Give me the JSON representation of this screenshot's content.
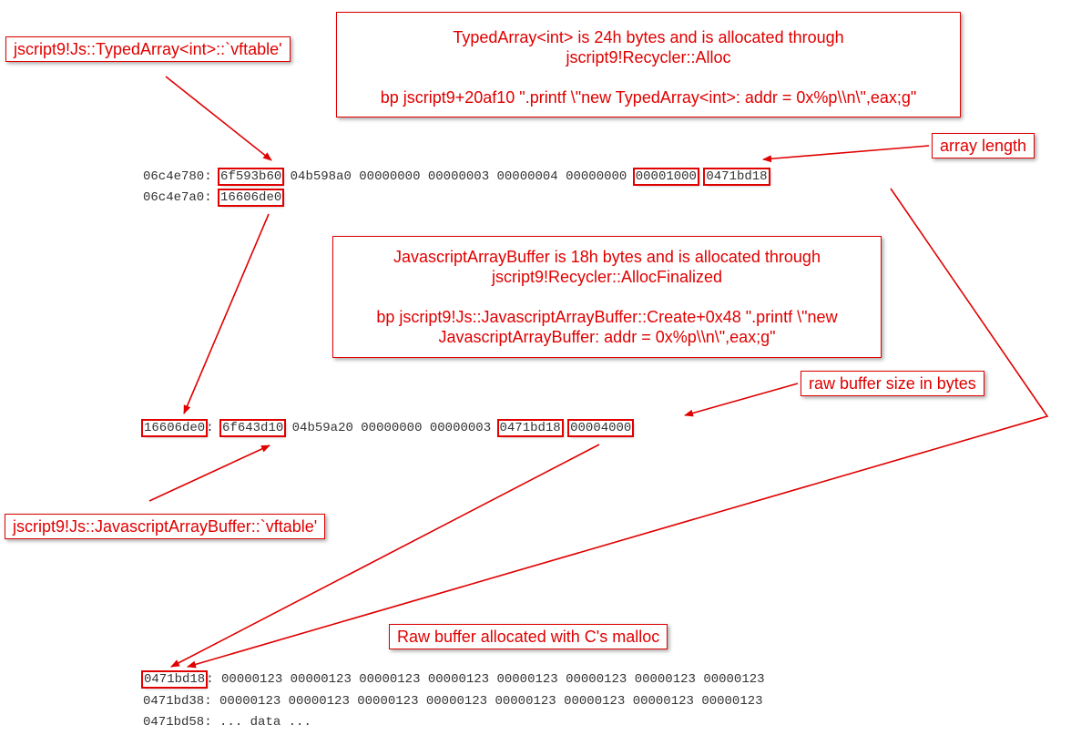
{
  "labels": {
    "typed_array_vftable": "jscript9!Js::TypedArray<int>::`vftable'",
    "typed_array_info": {
      "line1": "TypedArray<int> is 24h bytes and is allocated through",
      "line2": "jscript9!Recycler::Alloc",
      "line3": "bp jscript9+20af10 \".printf \\\"new TypedArray<int>: addr = 0x%p\\\\n\\\",eax;g\""
    },
    "array_length": "array length",
    "buffer_info": {
      "line1": "JavascriptArrayBuffer is 18h bytes and is allocated through",
      "line2": "jscript9!Recycler::AllocFinalized",
      "line3": "bp jscript9!Js::JavascriptArrayBuffer::Create+0x48 \".printf \\\"new",
      "line4": "JavascriptArrayBuffer: addr = 0x%p\\\\n\\\",eax;g\""
    },
    "raw_buffer_size": "raw buffer size in bytes",
    "buffer_vftable": "jscript9!Js::JavascriptArrayBuffer::`vftable'",
    "raw_buffer_malloc": "Raw buffer allocated with C's malloc"
  },
  "dump1": {
    "row1": {
      "addr": "06c4e780",
      "vftable": "6f593b60",
      "plain": "04b598a0 00000000 00000003 00000004 00000000",
      "length": "00001000",
      "buffer_ptr": "0471bd18"
    },
    "row2": {
      "addr": "06c4e7a0",
      "buffer_obj": "16606de0"
    }
  },
  "dump2": {
    "row1": {
      "addr": "16606de0",
      "vftable": "6f643d10",
      "plain": "04b59a20 00000000 00000003",
      "raw_ptr": "0471bd18",
      "size": "00004000"
    }
  },
  "dump3": {
    "row1": {
      "addr": "0471bd18",
      "values": "00000123 00000123 00000123 00000123 00000123 00000123 00000123 00000123"
    },
    "row2": {
      "addr": "0471bd38",
      "values": "00000123 00000123 00000123 00000123 00000123 00000123 00000123 00000123"
    },
    "row3": {
      "addr": "0471bd58",
      "values": "... data ..."
    }
  },
  "colors": {
    "accent": "#e00000",
    "text": "#333333",
    "background": "#ffffff"
  }
}
